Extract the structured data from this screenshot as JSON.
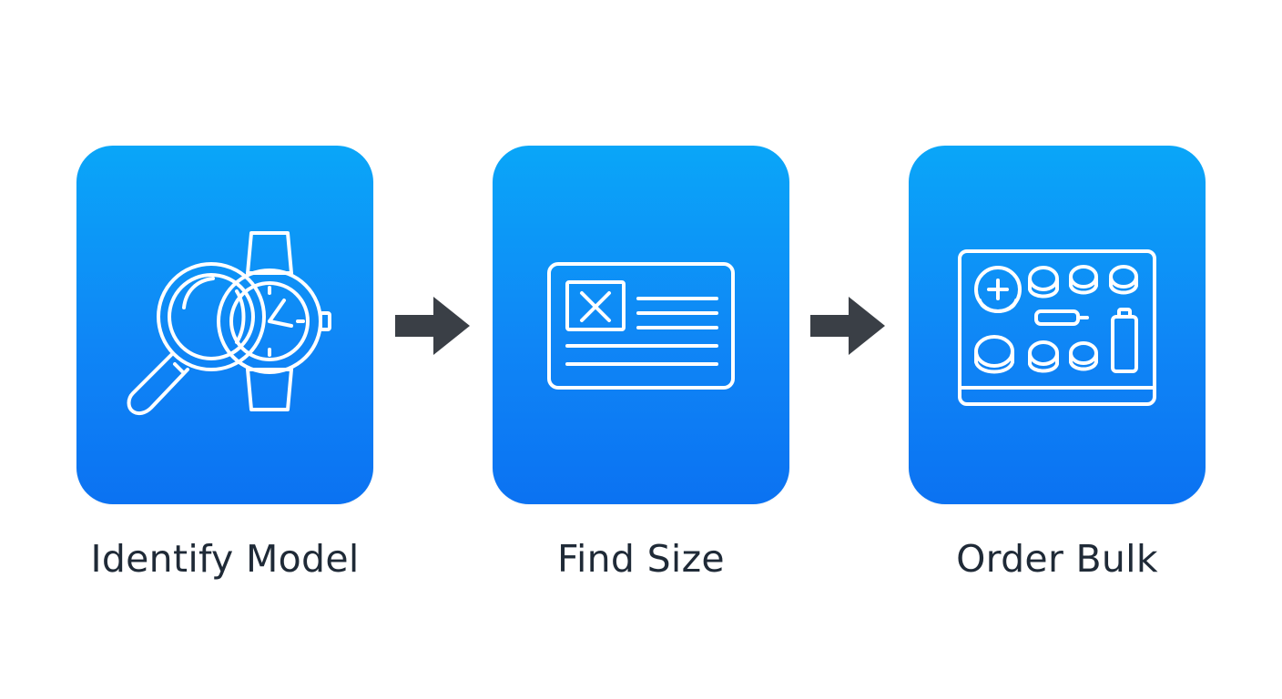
{
  "steps": [
    {
      "label": "Identify Model",
      "icon": "magnifier-watch-icon"
    },
    {
      "label": "Find Size",
      "icon": "spec-card-icon"
    },
    {
      "label": "Order Bulk",
      "icon": "battery-tray-icon"
    }
  ],
  "colors": {
    "card_top": "#0aa6f8",
    "card_bottom": "#0b72f2",
    "icon_stroke": "#ffffff",
    "arrow": "#3a3f46",
    "label_text": "#1f2a37",
    "background": "#ffffff"
  }
}
